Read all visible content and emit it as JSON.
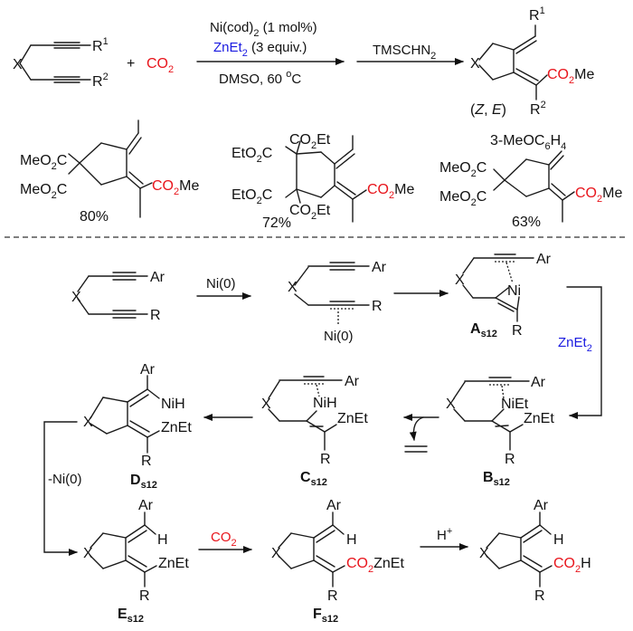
{
  "top_scheme": {
    "reactant_substituents": {
      "r1": "R",
      "r1_sup": "1",
      "r2": "R",
      "r2_sup": "2",
      "linker": "X"
    },
    "plus": "+",
    "co2": {
      "main": "CO",
      "sub": "2"
    },
    "conditions_above": {
      "line1": {
        "main": "Ni(cod)",
        "sub": "2",
        "rest": " (1 mol%)"
      },
      "line2": {
        "main": "ZnEt",
        "sub": "2",
        "rest": " (3 equiv.)"
      }
    },
    "conditions_below": {
      "main": "DMSO, 60 ",
      "deg": "o",
      "rest": "C"
    },
    "step2_reagent": {
      "main": "TMSCHN",
      "sub": "2"
    },
    "product": {
      "linker": "X",
      "r1": "R",
      "r1_sup": "1",
      "r2": "R",
      "r2_sup": "2",
      "ester": {
        "main": "CO",
        "sub": "2",
        "rest": "Me"
      },
      "stereo": {
        "open": "(",
        "z": "Z",
        "sep": ", ",
        "e": "E",
        "close": ")"
      }
    }
  },
  "examples": [
    {
      "ester_top": {
        "a": "MeO",
        "sub": "2",
        "b": "C"
      },
      "ester_bottom": {
        "a": "MeO",
        "sub": "2",
        "b": "C"
      },
      "product_ester": {
        "main": "CO",
        "sub": "2",
        "rest": "Me"
      },
      "yield": "80%"
    },
    {
      "ester_left_top": {
        "a": "EtO",
        "sub": "2",
        "b": "C"
      },
      "ester_left_bottom": {
        "a": "EtO",
        "sub": "2",
        "b": "C"
      },
      "ester_up": {
        "a": "CO",
        "sub": "2",
        "b": "Et"
      },
      "ester_down": {
        "a": "CO",
        "sub": "2",
        "b": "Et"
      },
      "product_ester": {
        "main": "CO",
        "sub": "2",
        "rest": "Me"
      },
      "yield": "72%"
    },
    {
      "aryl": {
        "a": "3-MeOC",
        "sub1": "6",
        "b": "H",
        "sub2": "4"
      },
      "ester_top": {
        "a": "MeO",
        "sub": "2",
        "b": "C"
      },
      "ester_bottom": {
        "a": "MeO",
        "sub": "2",
        "b": "C"
      },
      "product_ester": {
        "main": "CO",
        "sub": "2",
        "rest": "Me"
      },
      "yield": "63%"
    }
  ],
  "mechanism": {
    "start": {
      "x": "X",
      "ar": "Ar",
      "r": "R"
    },
    "arrow1_label": "Ni(0)",
    "complex": {
      "x": "X",
      "ar": "Ar",
      "r": "R",
      "ni": "Ni(0)"
    },
    "A": {
      "x": "X",
      "ar": "Ar",
      "r": "R",
      "ni": "Ni",
      "label": "A",
      "label_sub": "s12"
    },
    "znet2": {
      "main": "ZnEt",
      "sub": "2"
    },
    "B": {
      "x": "X",
      "ar": "Ar",
      "r": "R",
      "ni": "NiEt",
      "zn": "ZnEt",
      "label": "B",
      "label_sub": "s12"
    },
    "C": {
      "x": "X",
      "ar": "Ar",
      "r": "R",
      "ni": "NiH",
      "zn": "ZnEt",
      "label": "C",
      "label_sub": "s12"
    },
    "D": {
      "x": "X",
      "ar": "Ar",
      "r": "R",
      "ni": "NiH",
      "zn": "ZnEt",
      "label": "D",
      "label_sub": "s12"
    },
    "elim_label": "-Ni(0)",
    "E": {
      "x": "X",
      "ar": "Ar",
      "h": "H",
      "r": "R",
      "zn": "ZnEt",
      "label": "E",
      "label_sub": "s12"
    },
    "co2_label": {
      "main": "CO",
      "sub": "2"
    },
    "F": {
      "x": "X",
      "ar": "Ar",
      "h": "H",
      "r": "R",
      "co2": {
        "main": "CO",
        "sub": "2"
      },
      "zn": "ZnEt",
      "label": "F",
      "label_sub": "s12"
    },
    "acid_label": {
      "main": "H",
      "sup": "+"
    },
    "final": {
      "x": "X",
      "ar": "Ar",
      "h": "H",
      "r": "R",
      "co2": {
        "main": "CO",
        "sub": "2",
        "rest": "H"
      }
    }
  },
  "colors": {
    "co2": "#e8141b",
    "zinc_reagent": "#1a1ae0",
    "ink": "#111111"
  }
}
